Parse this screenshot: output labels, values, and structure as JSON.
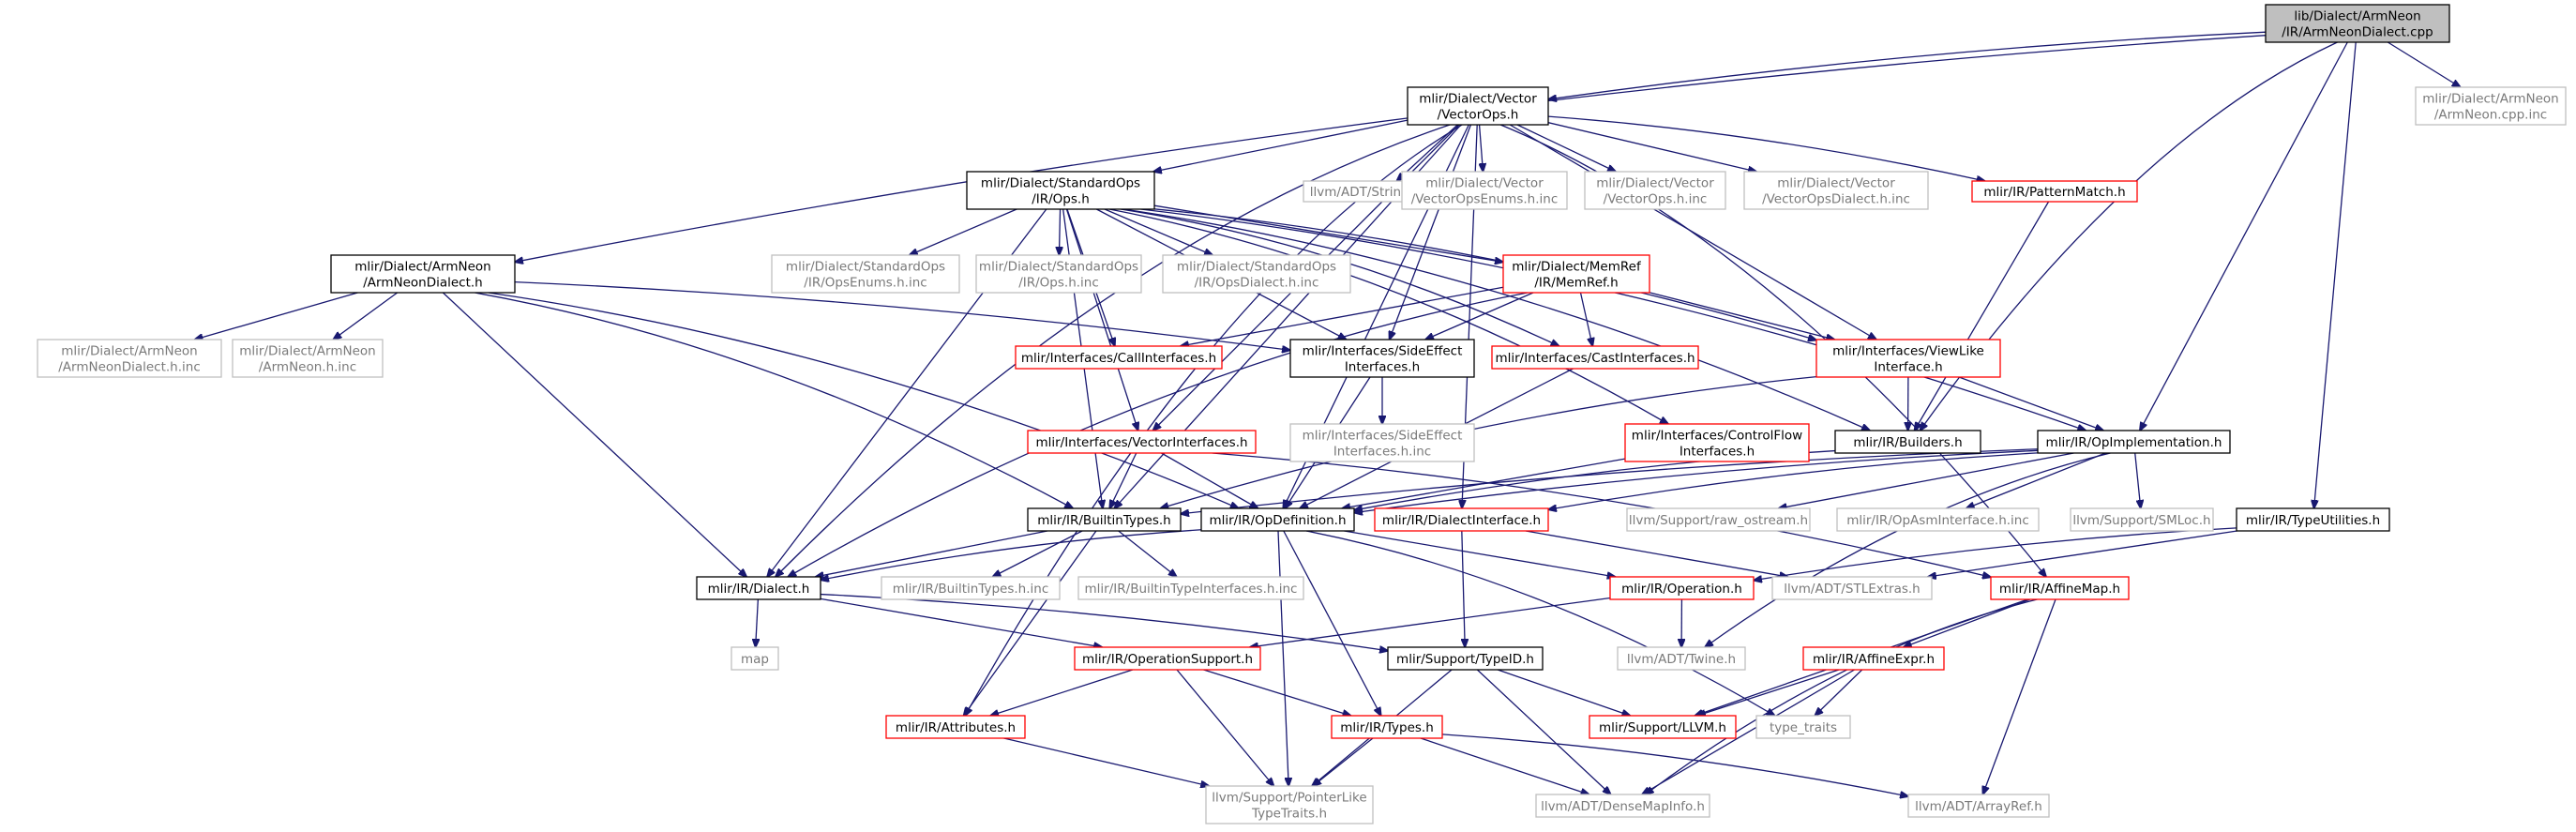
{
  "title": "",
  "colors": {
    "root_fill": "#bfbfbf",
    "documented_border": "#000000",
    "missing_doc_border": "#ff0000",
    "external_border": "#bfbfbf",
    "external_text": "#7a7a7a",
    "edge": "#191970"
  },
  "nodes": [
    {
      "id": "root",
      "lines": [
        "lib/Dialect/ArmNeon",
        "/IR/ArmNeonDialect.cpp"
      ],
      "kind": "root"
    },
    {
      "id": "armneon_cpp_inc",
      "lines": [
        "mlir/Dialect/ArmNeon",
        "/ArmNeon.cpp.inc"
      ],
      "kind": "external"
    },
    {
      "id": "vectorops_h",
      "lines": [
        "mlir/Dialect/Vector",
        "/VectorOps.h"
      ],
      "kind": "documented"
    },
    {
      "id": "stdops_h",
      "lines": [
        "mlir/Dialect/StandardOps",
        "/IR/Ops.h"
      ],
      "kind": "documented"
    },
    {
      "id": "stringextras",
      "lines": [
        "llvm/ADT/StringExtras.h"
      ],
      "kind": "external"
    },
    {
      "id": "vectoropsenums_inc",
      "lines": [
        "mlir/Dialect/Vector",
        "/VectorOpsEnums.h.inc"
      ],
      "kind": "external"
    },
    {
      "id": "vectorops_h_inc",
      "lines": [
        "mlir/Dialect/Vector",
        "/VectorOps.h.inc"
      ],
      "kind": "external"
    },
    {
      "id": "vectoropsdialect_inc",
      "lines": [
        "mlir/Dialect/Vector",
        "/VectorOpsDialect.h.inc"
      ],
      "kind": "external"
    },
    {
      "id": "patternmatch",
      "lines": [
        "mlir/IR/PatternMatch.h"
      ],
      "kind": "missing"
    },
    {
      "id": "armneondialect_h",
      "lines": [
        "mlir/Dialect/ArmNeon",
        "/ArmNeonDialect.h"
      ],
      "kind": "documented"
    },
    {
      "id": "opsenums_inc",
      "lines": [
        "mlir/Dialect/StandardOps",
        "/IR/OpsEnums.h.inc"
      ],
      "kind": "external"
    },
    {
      "id": "ops_h_inc",
      "lines": [
        "mlir/Dialect/StandardOps",
        "/IR/Ops.h.inc"
      ],
      "kind": "external"
    },
    {
      "id": "opsdialect_inc",
      "lines": [
        "mlir/Dialect/StandardOps",
        "/IR/OpsDialect.h.inc"
      ],
      "kind": "external"
    },
    {
      "id": "memref_h",
      "lines": [
        "mlir/Dialect/MemRef",
        "/IR/MemRef.h"
      ],
      "kind": "missing"
    },
    {
      "id": "armneondialect_inc",
      "lines": [
        "mlir/Dialect/ArmNeon",
        "/ArmNeonDialect.h.inc"
      ],
      "kind": "external"
    },
    {
      "id": "armneon_h_inc",
      "lines": [
        "mlir/Dialect/ArmNeon",
        "/ArmNeon.h.inc"
      ],
      "kind": "external"
    },
    {
      "id": "callinterfaces",
      "lines": [
        "mlir/Interfaces/CallInterfaces.h"
      ],
      "kind": "missing"
    },
    {
      "id": "sideeffect_h",
      "lines": [
        "mlir/Interfaces/SideEffect",
        "Interfaces.h"
      ],
      "kind": "documented"
    },
    {
      "id": "castinterfaces",
      "lines": [
        "mlir/Interfaces/CastInterfaces.h"
      ],
      "kind": "missing"
    },
    {
      "id": "viewlike",
      "lines": [
        "mlir/Interfaces/ViewLike",
        "Interface.h"
      ],
      "kind": "missing"
    },
    {
      "id": "sideeffect_inc",
      "lines": [
        "mlir/Interfaces/SideEffect",
        "Interfaces.h.inc"
      ],
      "kind": "external"
    },
    {
      "id": "vectorinterfaces",
      "lines": [
        "mlir/Interfaces/VectorInterfaces.h"
      ],
      "kind": "missing"
    },
    {
      "id": "controlflow",
      "lines": [
        "mlir/Interfaces/ControlFlow",
        "Interfaces.h"
      ],
      "kind": "missing"
    },
    {
      "id": "builders",
      "lines": [
        "mlir/IR/Builders.h"
      ],
      "kind": "documented"
    },
    {
      "id": "opimpl",
      "lines": [
        "mlir/IR/OpImplementation.h"
      ],
      "kind": "documented"
    },
    {
      "id": "builtintypes",
      "lines": [
        "mlir/IR/BuiltinTypes.h"
      ],
      "kind": "documented"
    },
    {
      "id": "opdefinition",
      "lines": [
        "mlir/IR/OpDefinition.h"
      ],
      "kind": "documented"
    },
    {
      "id": "dialectinterface",
      "lines": [
        "mlir/IR/DialectInterface.h"
      ],
      "kind": "missing"
    },
    {
      "id": "raw_ostream",
      "lines": [
        "llvm/Support/raw_ostream.h"
      ],
      "kind": "external"
    },
    {
      "id": "opasminterface_inc",
      "lines": [
        "mlir/IR/OpAsmInterface.h.inc"
      ],
      "kind": "external"
    },
    {
      "id": "smloc",
      "lines": [
        "llvm/Support/SMLoc.h"
      ],
      "kind": "external"
    },
    {
      "id": "typeutilities",
      "lines": [
        "mlir/IR/TypeUtilities.h"
      ],
      "kind": "documented"
    },
    {
      "id": "dialect_h",
      "lines": [
        "mlir/IR/Dialect.h"
      ],
      "kind": "documented"
    },
    {
      "id": "builtintypes_inc",
      "lines": [
        "mlir/IR/BuiltinTypes.h.inc"
      ],
      "kind": "external"
    },
    {
      "id": "builtintypeinterfaces_inc",
      "lines": [
        "mlir/IR/BuiltinTypeInterfaces.h.inc"
      ],
      "kind": "external"
    },
    {
      "id": "operation_h",
      "lines": [
        "mlir/IR/Operation.h"
      ],
      "kind": "missing"
    },
    {
      "id": "stlextras",
      "lines": [
        "llvm/ADT/STLExtras.h"
      ],
      "kind": "external"
    },
    {
      "id": "affinemap",
      "lines": [
        "mlir/IR/AffineMap.h"
      ],
      "kind": "missing"
    },
    {
      "id": "map",
      "lines": [
        "map"
      ],
      "kind": "external"
    },
    {
      "id": "opsupport",
      "lines": [
        "mlir/IR/OperationSupport.h"
      ],
      "kind": "missing"
    },
    {
      "id": "typeid",
      "lines": [
        "mlir/Support/TypeID.h"
      ],
      "kind": "documented"
    },
    {
      "id": "twine",
      "lines": [
        "llvm/ADT/Twine.h"
      ],
      "kind": "external"
    },
    {
      "id": "affineexpr",
      "lines": [
        "mlir/IR/AffineExpr.h"
      ],
      "kind": "missing"
    },
    {
      "id": "attributes",
      "lines": [
        "mlir/IR/Attributes.h"
      ],
      "kind": "missing"
    },
    {
      "id": "types_h",
      "lines": [
        "mlir/IR/Types.h"
      ],
      "kind": "missing"
    },
    {
      "id": "support_llvm",
      "lines": [
        "mlir/Support/LLVM.h"
      ],
      "kind": "missing"
    },
    {
      "id": "type_traits",
      "lines": [
        "type_traits"
      ],
      "kind": "external"
    },
    {
      "id": "pointerlike",
      "lines": [
        "llvm/Support/PointerLike",
        "TypeTraits.h"
      ],
      "kind": "external"
    },
    {
      "id": "densemapinfo",
      "lines": [
        "llvm/ADT/DenseMapInfo.h"
      ],
      "kind": "external"
    },
    {
      "id": "arrayref",
      "lines": [
        "llvm/ADT/ArrayRef.h"
      ],
      "kind": "external"
    }
  ],
  "edges": [
    [
      "root",
      "armneon_cpp_inc"
    ],
    [
      "root",
      "vectorops_h"
    ],
    [
      "root",
      "armneondialect_h"
    ],
    [
      "root",
      "builders"
    ],
    [
      "root",
      "opimpl"
    ],
    [
      "root",
      "typeutilities"
    ],
    [
      "vectorops_h",
      "stdops_h"
    ],
    [
      "vectorops_h",
      "stringextras"
    ],
    [
      "vectorops_h",
      "vectoropsenums_inc"
    ],
    [
      "vectorops_h",
      "vectorops_h_inc"
    ],
    [
      "vectorops_h",
      "vectoropsdialect_inc"
    ],
    [
      "vectorops_h",
      "patternmatch"
    ],
    [
      "vectorops_h",
      "viewlike"
    ],
    [
      "vectorops_h",
      "vectorinterfaces"
    ],
    [
      "vectorops_h",
      "builtintypes"
    ],
    [
      "vectorops_h",
      "opdefinition"
    ],
    [
      "vectorops_h",
      "dialect_h"
    ],
    [
      "vectorops_h",
      "attributes"
    ],
    [
      "vectorops_h",
      "affinemap"
    ],
    [
      "vectorops_h",
      "dialectinterface"
    ],
    [
      "vectorops_h",
      "sideeffect_h"
    ],
    [
      "stdops_h",
      "opsenums_inc"
    ],
    [
      "stdops_h",
      "ops_h_inc"
    ],
    [
      "stdops_h",
      "opsdialect_inc"
    ],
    [
      "stdops_h",
      "memref_h"
    ],
    [
      "stdops_h",
      "callinterfaces"
    ],
    [
      "stdops_h",
      "sideeffect_h"
    ],
    [
      "stdops_h",
      "castinterfaces"
    ],
    [
      "stdops_h",
      "viewlike"
    ],
    [
      "stdops_h",
      "vectorinterfaces"
    ],
    [
      "stdops_h",
      "controlflow"
    ],
    [
      "stdops_h",
      "builders"
    ],
    [
      "stdops_h",
      "opimpl"
    ],
    [
      "stdops_h",
      "builtintypes"
    ],
    [
      "stdops_h",
      "dialect_h"
    ],
    [
      "armneondialect_h",
      "armneondialect_inc"
    ],
    [
      "armneondialect_h",
      "armneon_h_inc"
    ],
    [
      "armneondialect_h",
      "sideeffect_h"
    ],
    [
      "armneondialect_h",
      "builtintypes"
    ],
    [
      "armneondialect_h",
      "opdefinition"
    ],
    [
      "armneondialect_h",
      "dialect_h"
    ],
    [
      "memref_h",
      "callinterfaces"
    ],
    [
      "memref_h",
      "sideeffect_h"
    ],
    [
      "memref_h",
      "castinterfaces"
    ],
    [
      "memref_h",
      "viewlike"
    ],
    [
      "memref_h",
      "dialect_h"
    ],
    [
      "patternmatch",
      "builders"
    ],
    [
      "sideeffect_h",
      "sideeffect_inc"
    ],
    [
      "sideeffect_h",
      "opdefinition"
    ],
    [
      "castinterfaces",
      "opdefinition"
    ],
    [
      "viewlike",
      "builders"
    ],
    [
      "viewlike",
      "opimpl"
    ],
    [
      "viewlike",
      "builtintypes"
    ],
    [
      "vectorinterfaces",
      "builtintypes"
    ],
    [
      "vectorinterfaces",
      "opdefinition"
    ],
    [
      "vectorinterfaces",
      "affinemap"
    ],
    [
      "controlflow",
      "opdefinition"
    ],
    [
      "builders",
      "opdefinition"
    ],
    [
      "opimpl",
      "builtintypes"
    ],
    [
      "opimpl",
      "opdefinition"
    ],
    [
      "opimpl",
      "dialectinterface"
    ],
    [
      "opimpl",
      "raw_ostream"
    ],
    [
      "opimpl",
      "opasminterface_inc"
    ],
    [
      "opimpl",
      "smloc"
    ],
    [
      "opimpl",
      "twine"
    ],
    [
      "builtintypes",
      "dialect_h"
    ],
    [
      "builtintypes",
      "builtintypes_inc"
    ],
    [
      "builtintypes",
      "builtintypeinterfaces_inc"
    ],
    [
      "builtintypes",
      "attributes"
    ],
    [
      "opdefinition",
      "dialect_h"
    ],
    [
      "opdefinition",
      "operation_h"
    ],
    [
      "opdefinition",
      "types_h"
    ],
    [
      "opdefinition",
      "type_traits"
    ],
    [
      "opdefinition",
      "pointerlike"
    ],
    [
      "dialectinterface",
      "stlextras"
    ],
    [
      "dialectinterface",
      "typeid"
    ],
    [
      "typeutilities",
      "operation_h"
    ],
    [
      "typeutilities",
      "stlextras"
    ],
    [
      "dialect_h",
      "map"
    ],
    [
      "dialect_h",
      "opsupport"
    ],
    [
      "dialect_h",
      "typeid"
    ],
    [
      "operation_h",
      "opsupport"
    ],
    [
      "operation_h",
      "twine"
    ],
    [
      "affinemap",
      "affineexpr"
    ],
    [
      "affinemap",
      "support_llvm"
    ],
    [
      "affinemap",
      "densemapinfo"
    ],
    [
      "affinemap",
      "arrayref"
    ],
    [
      "affineexpr",
      "support_llvm"
    ],
    [
      "affineexpr",
      "type_traits"
    ],
    [
      "affineexpr",
      "densemapinfo"
    ],
    [
      "opsupport",
      "attributes"
    ],
    [
      "opsupport",
      "types_h"
    ],
    [
      "opsupport",
      "pointerlike"
    ],
    [
      "typeid",
      "support_llvm"
    ],
    [
      "typeid",
      "pointerlike"
    ],
    [
      "typeid",
      "densemapinfo"
    ],
    [
      "attributes",
      "pointerlike"
    ],
    [
      "types_h",
      "pointerlike"
    ],
    [
      "types_h",
      "densemapinfo"
    ],
    [
      "types_h",
      "arrayref"
    ]
  ]
}
